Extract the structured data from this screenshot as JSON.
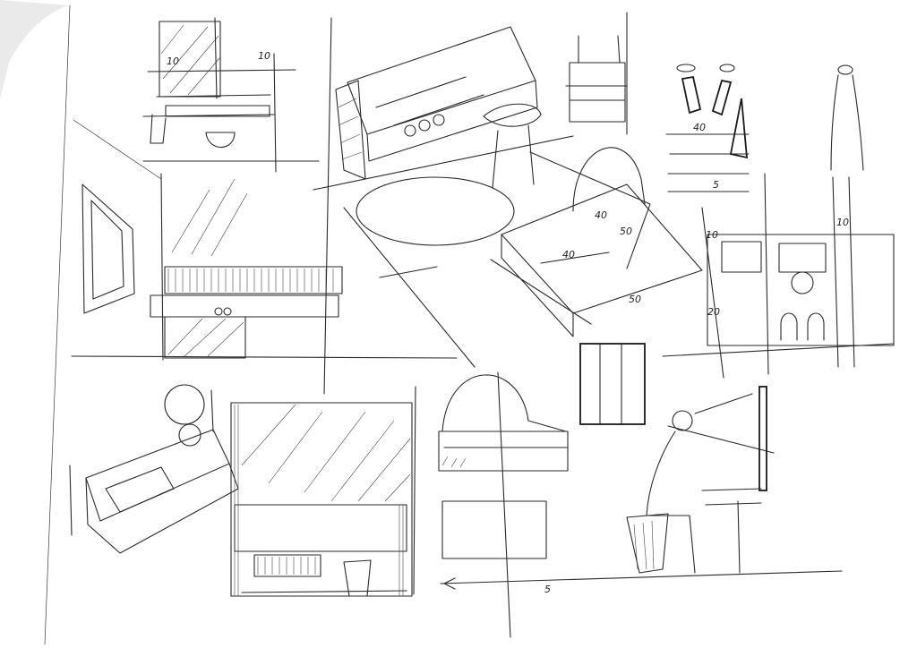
{
  "sheet": {
    "paper_color": "#ffffff",
    "ink_color": "#2a2a2a"
  },
  "annotations": {
    "dim_tl_left": "10",
    "dim_tl_right": "10",
    "dim_sconce": "40",
    "dim_sconce_low": "5",
    "dim_right_top": "10",
    "dim_right_mid": "10",
    "dim_right_low": "20",
    "dim_bed_a": "40",
    "dim_bed_b": "40",
    "dim_bed_c": "50",
    "dim_bed_d": "50",
    "dim_bottom": "5"
  }
}
